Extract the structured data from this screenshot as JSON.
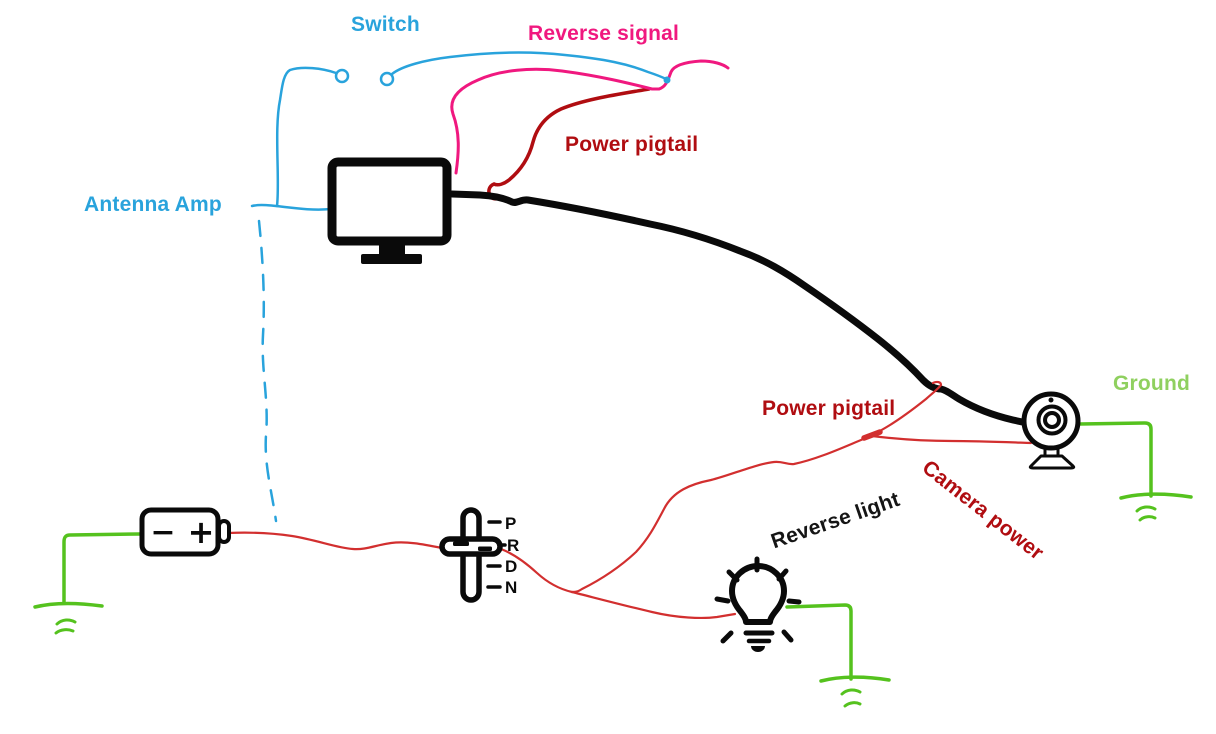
{
  "colors": {
    "blue": "#29A3DC",
    "pink": "#F0187F",
    "dark_red": "#B00D11",
    "red": "#D22F2F",
    "green": "#55C21E",
    "green_light": "#8FD05F",
    "black": "#0A0A0A"
  },
  "labels": {
    "switch": "Switch",
    "reverse_signal": "Reverse signal",
    "power_pigtail_top": "Power pigtail",
    "antenna_amp": "Antenna Amp",
    "ground": "Ground",
    "power_pigtail_camera": "Power pigtail",
    "camera_power": "Camera power",
    "reverse_light": "Reverse light"
  },
  "battery": {
    "minus_label": "−",
    "plus_label": "+"
  },
  "shifter": {
    "positions": [
      "P",
      "R",
      "D",
      "N"
    ]
  },
  "icons": {
    "monitor": "monitor-icon",
    "battery": "battery-icon",
    "gear_shifter": "gear-shifter-icon",
    "reverse_light_bulb": "light-bulb-icon",
    "camera": "webcam-icon",
    "ground_symbol": "ground-icon",
    "switch_contacts": "switch-contacts-icon"
  }
}
